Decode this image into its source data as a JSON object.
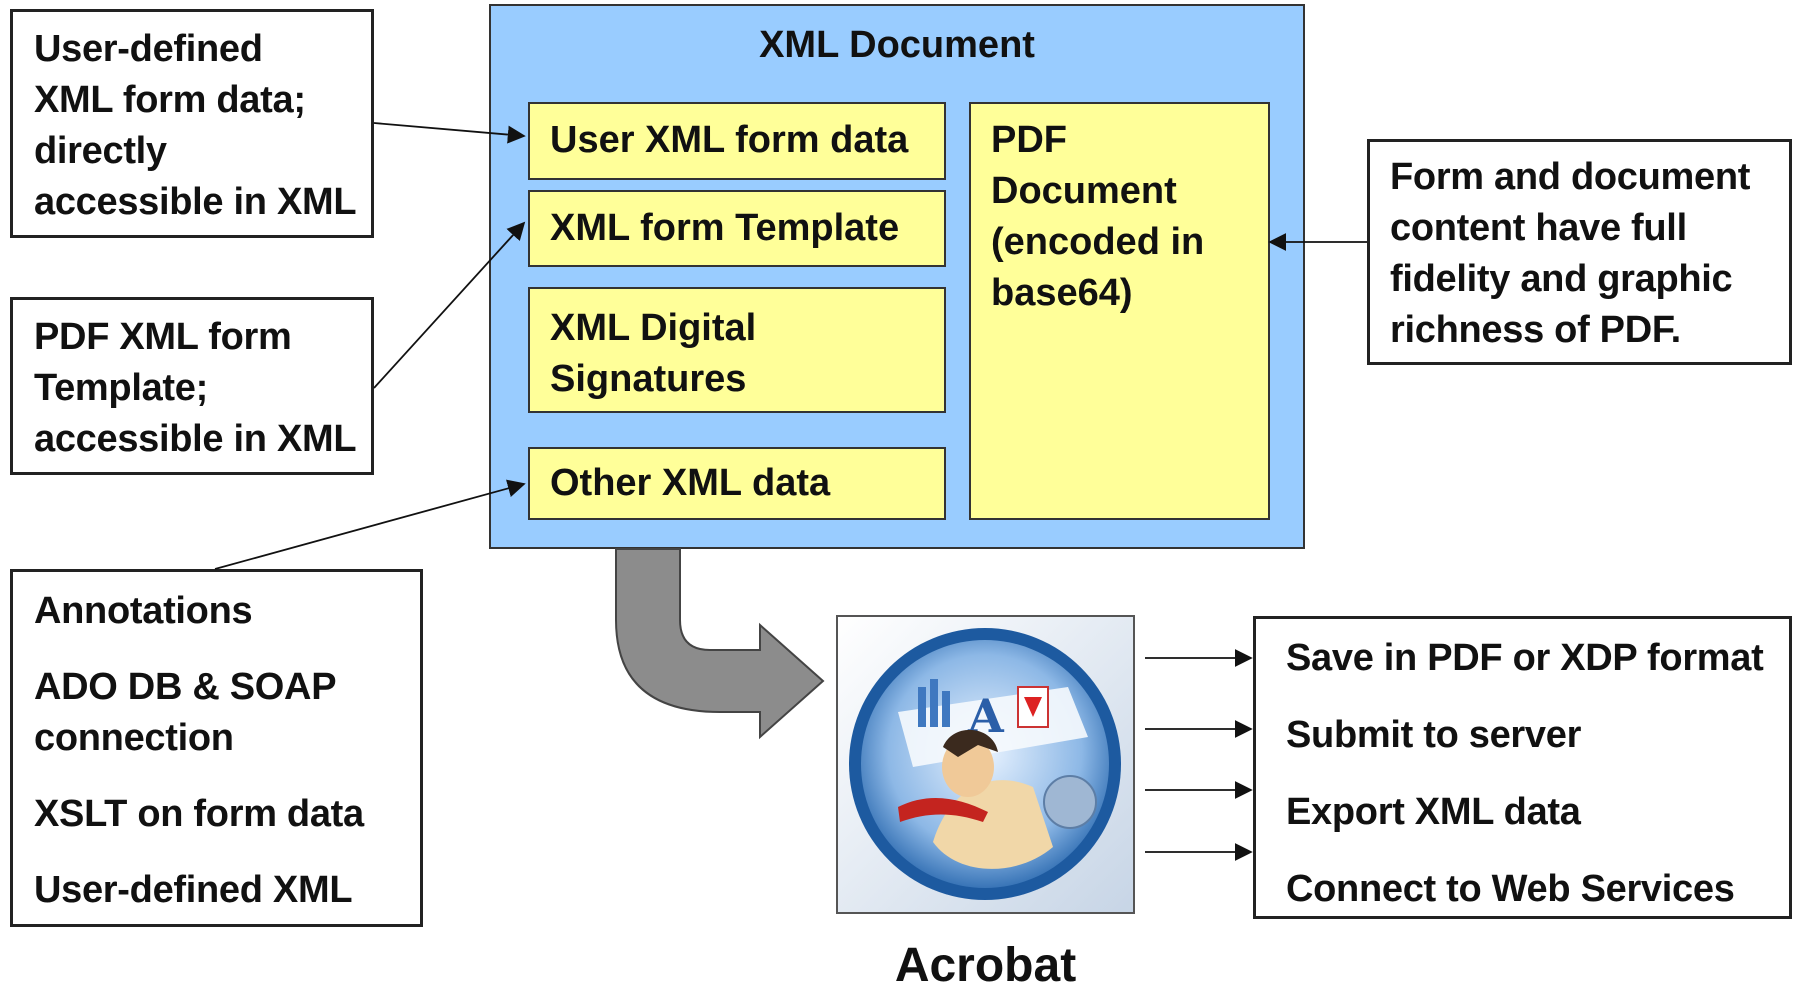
{
  "xml_document": {
    "title": "XML Document",
    "user_form_data": "User XML form data",
    "form_template": "XML form Template",
    "digital_signatures": [
      "XML Digital",
      "Signatures"
    ],
    "other_data": "Other XML data",
    "pdf_document": [
      "PDF",
      "Document",
      "(encoded in",
      "base64)"
    ]
  },
  "left_notes": {
    "user_defined": [
      "User-defined",
      "XML form data;",
      "directly",
      "accessible in XML"
    ],
    "pdf_template": [
      "PDF XML form",
      "Template;",
      "accessible in XML"
    ],
    "annotations": [
      "Annotations",
      "ADO DB  & SOAP",
      "connection",
      "XSLT on form data",
      "User-defined XML"
    ]
  },
  "right_note": [
    "Form and document",
    "content have full",
    "fidelity and graphic",
    "richness of PDF."
  ],
  "acrobat": {
    "label": "Acrobat"
  },
  "outputs": [
    "Save in PDF or XDP format",
    "Submit to server",
    "Export XML data",
    "Connect to Web Services"
  ]
}
